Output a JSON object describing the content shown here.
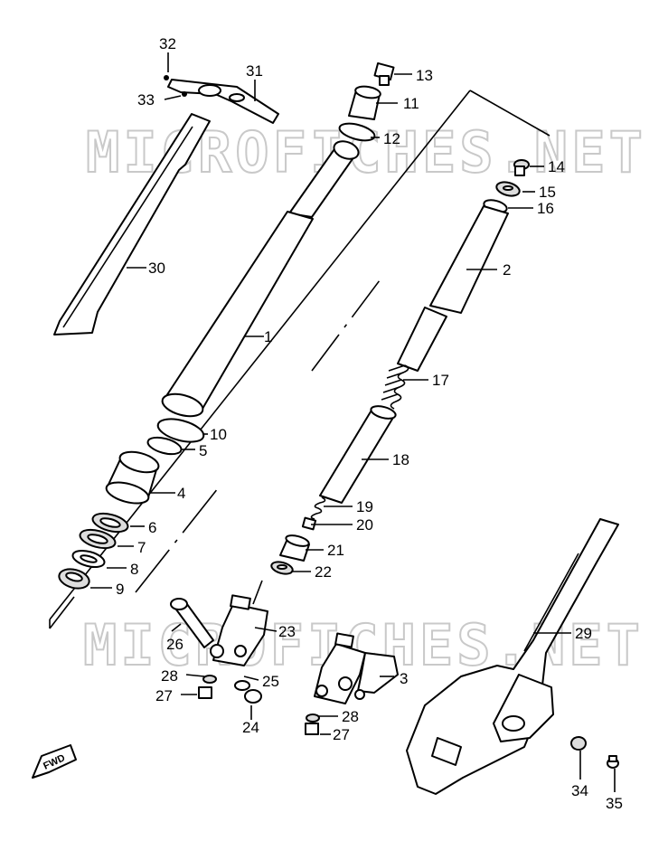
{
  "watermark": "MICROFICHES.NET",
  "fwd_badge": "FWD",
  "callouts": [
    "1",
    "2",
    "3",
    "4",
    "5",
    "6",
    "7",
    "8",
    "9",
    "10",
    "11",
    "12",
    "13",
    "14",
    "15",
    "16",
    "17",
    "18",
    "19",
    "20",
    "21",
    "22",
    "23",
    "24",
    "25",
    "26",
    "27",
    "28",
    "29",
    "30",
    "31",
    "32",
    "33",
    "34",
    "35"
  ],
  "repeated_callouts": {
    "27_second": "27",
    "28_second": "28"
  }
}
